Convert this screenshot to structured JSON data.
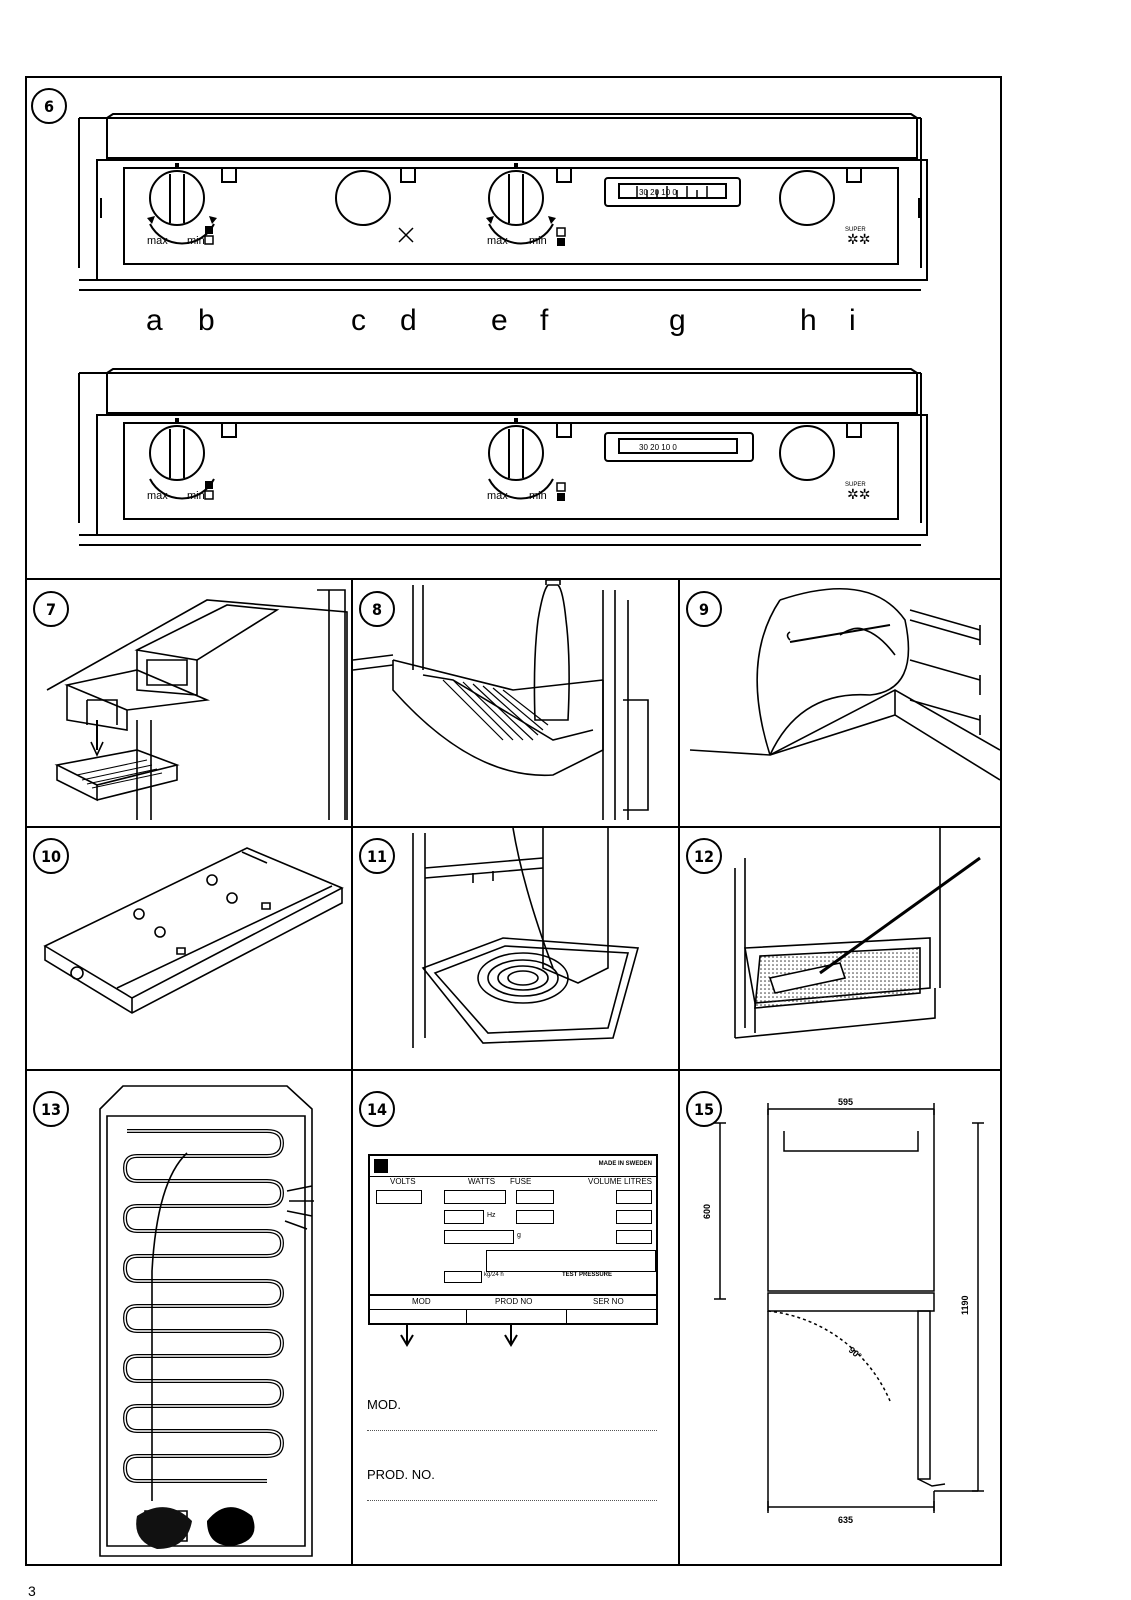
{
  "figures": {
    "fig6": {
      "number": "6",
      "letters": [
        "a",
        "b",
        "c",
        "d",
        "e",
        "f",
        "g",
        "h",
        "i"
      ],
      "max": "max",
      "min": "min",
      "scale": "30 20 10 0",
      "super": "SUPER"
    },
    "fig7": {
      "number": "7"
    },
    "fig8": {
      "number": "8"
    },
    "fig9": {
      "number": "9"
    },
    "fig10": {
      "number": "10"
    },
    "fig11": {
      "number": "11"
    },
    "fig12": {
      "number": "12"
    },
    "fig13": {
      "number": "13"
    },
    "fig14": {
      "number": "14",
      "made_in": "MADE IN SWEDEN",
      "volts": "VOLTS",
      "watts": "WATTS",
      "fuse": "FUSE",
      "volume": "VOLUME LITRES",
      "hz": "Hz",
      "g": "g",
      "kg24h": "kg/24 h",
      "test_pressure": "TEST PRESSURE",
      "mod_col": "MOD",
      "prod_col": "PROD NO",
      "ser_col": "SER NO",
      "mod_label": "MOD.",
      "prod_label": "PROD. NO."
    },
    "fig15": {
      "number": "15",
      "width": "595",
      "height": "1190",
      "depth_top": "600",
      "depth": "635",
      "angle": "90°"
    }
  },
  "page_number": "3"
}
